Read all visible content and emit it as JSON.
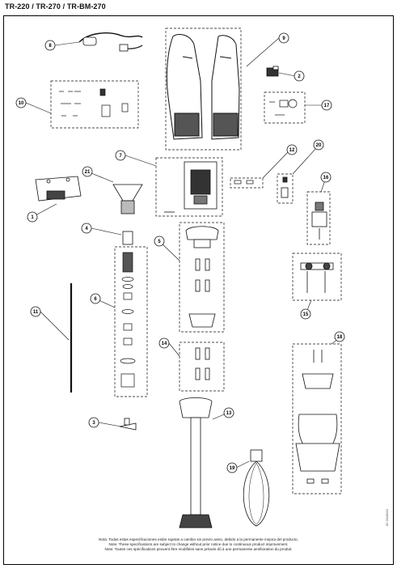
{
  "header": {
    "title": "TR-220 / TR-270 / TR-BM-270"
  },
  "callouts": [
    "1",
    "2",
    "3",
    "4",
    "5",
    "6",
    "7",
    "8",
    "9",
    "10",
    "11",
    "12",
    "13",
    "14",
    "15",
    "16",
    "17",
    "18",
    "19",
    "20",
    "21"
  ],
  "notes": [
    "Nota: Todas estas especificaciones están sujetas a cambio sin previo aviso, debido a la permanente mejora del producto.",
    "Note: These specifications are subject to change without prior notice due to continuous product improvement.",
    "Note: Toutes ces spécifications peuvent être modifiées sans préavis dû à une permanente amélioration du produit."
  ],
  "side_code": "02 2110010"
}
